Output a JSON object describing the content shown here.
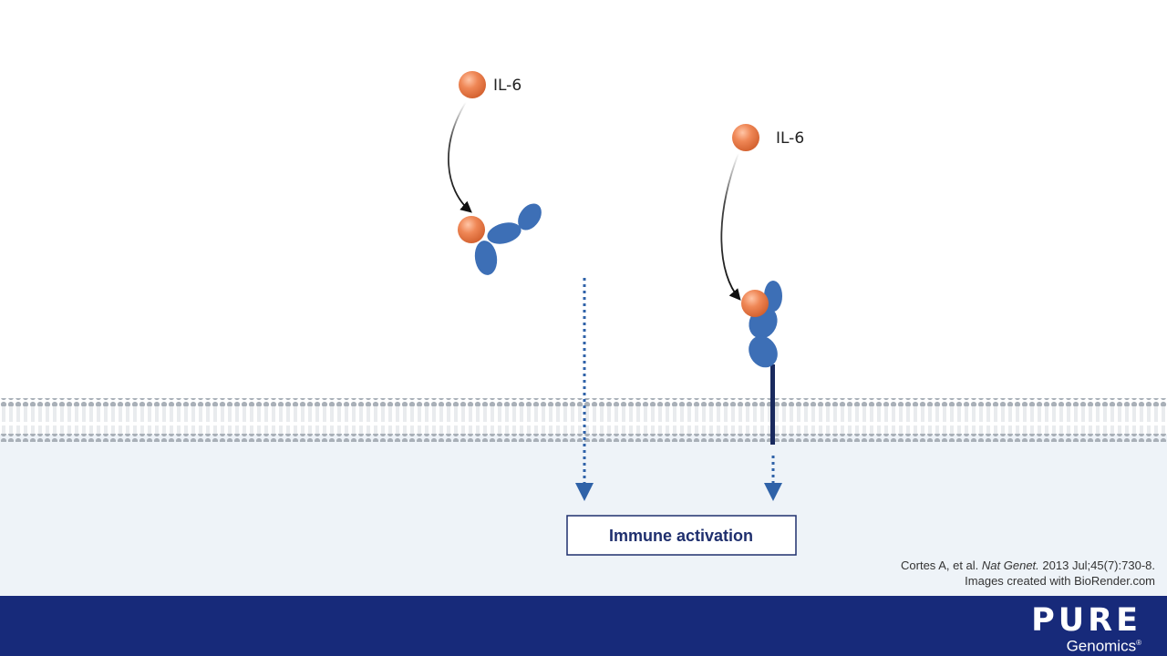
{
  "ligands": [
    {
      "label": "IL-6"
    },
    {
      "label": "IL-6"
    }
  ],
  "outcome": {
    "label": "Immune activation"
  },
  "citation": {
    "authors": "Cortes A, et al.",
    "journal": "Nat Genet.",
    "details": "2013 Jul;45(7):730-8.",
    "credit": "Images created with BioRender.com"
  },
  "brand": {
    "name": "PURE",
    "sub": "Genomics",
    "mark": "®"
  },
  "colors": {
    "ligand": "#ea7a4d",
    "receptor": "#3d6fb6",
    "receptor_stem": "#1a2a5e",
    "arrow": "#2f62a8",
    "membrane": "#a9b0b8",
    "interior": "#eef3f8",
    "outcome_text": "#1f2f6e",
    "footer": "#172a7a"
  }
}
